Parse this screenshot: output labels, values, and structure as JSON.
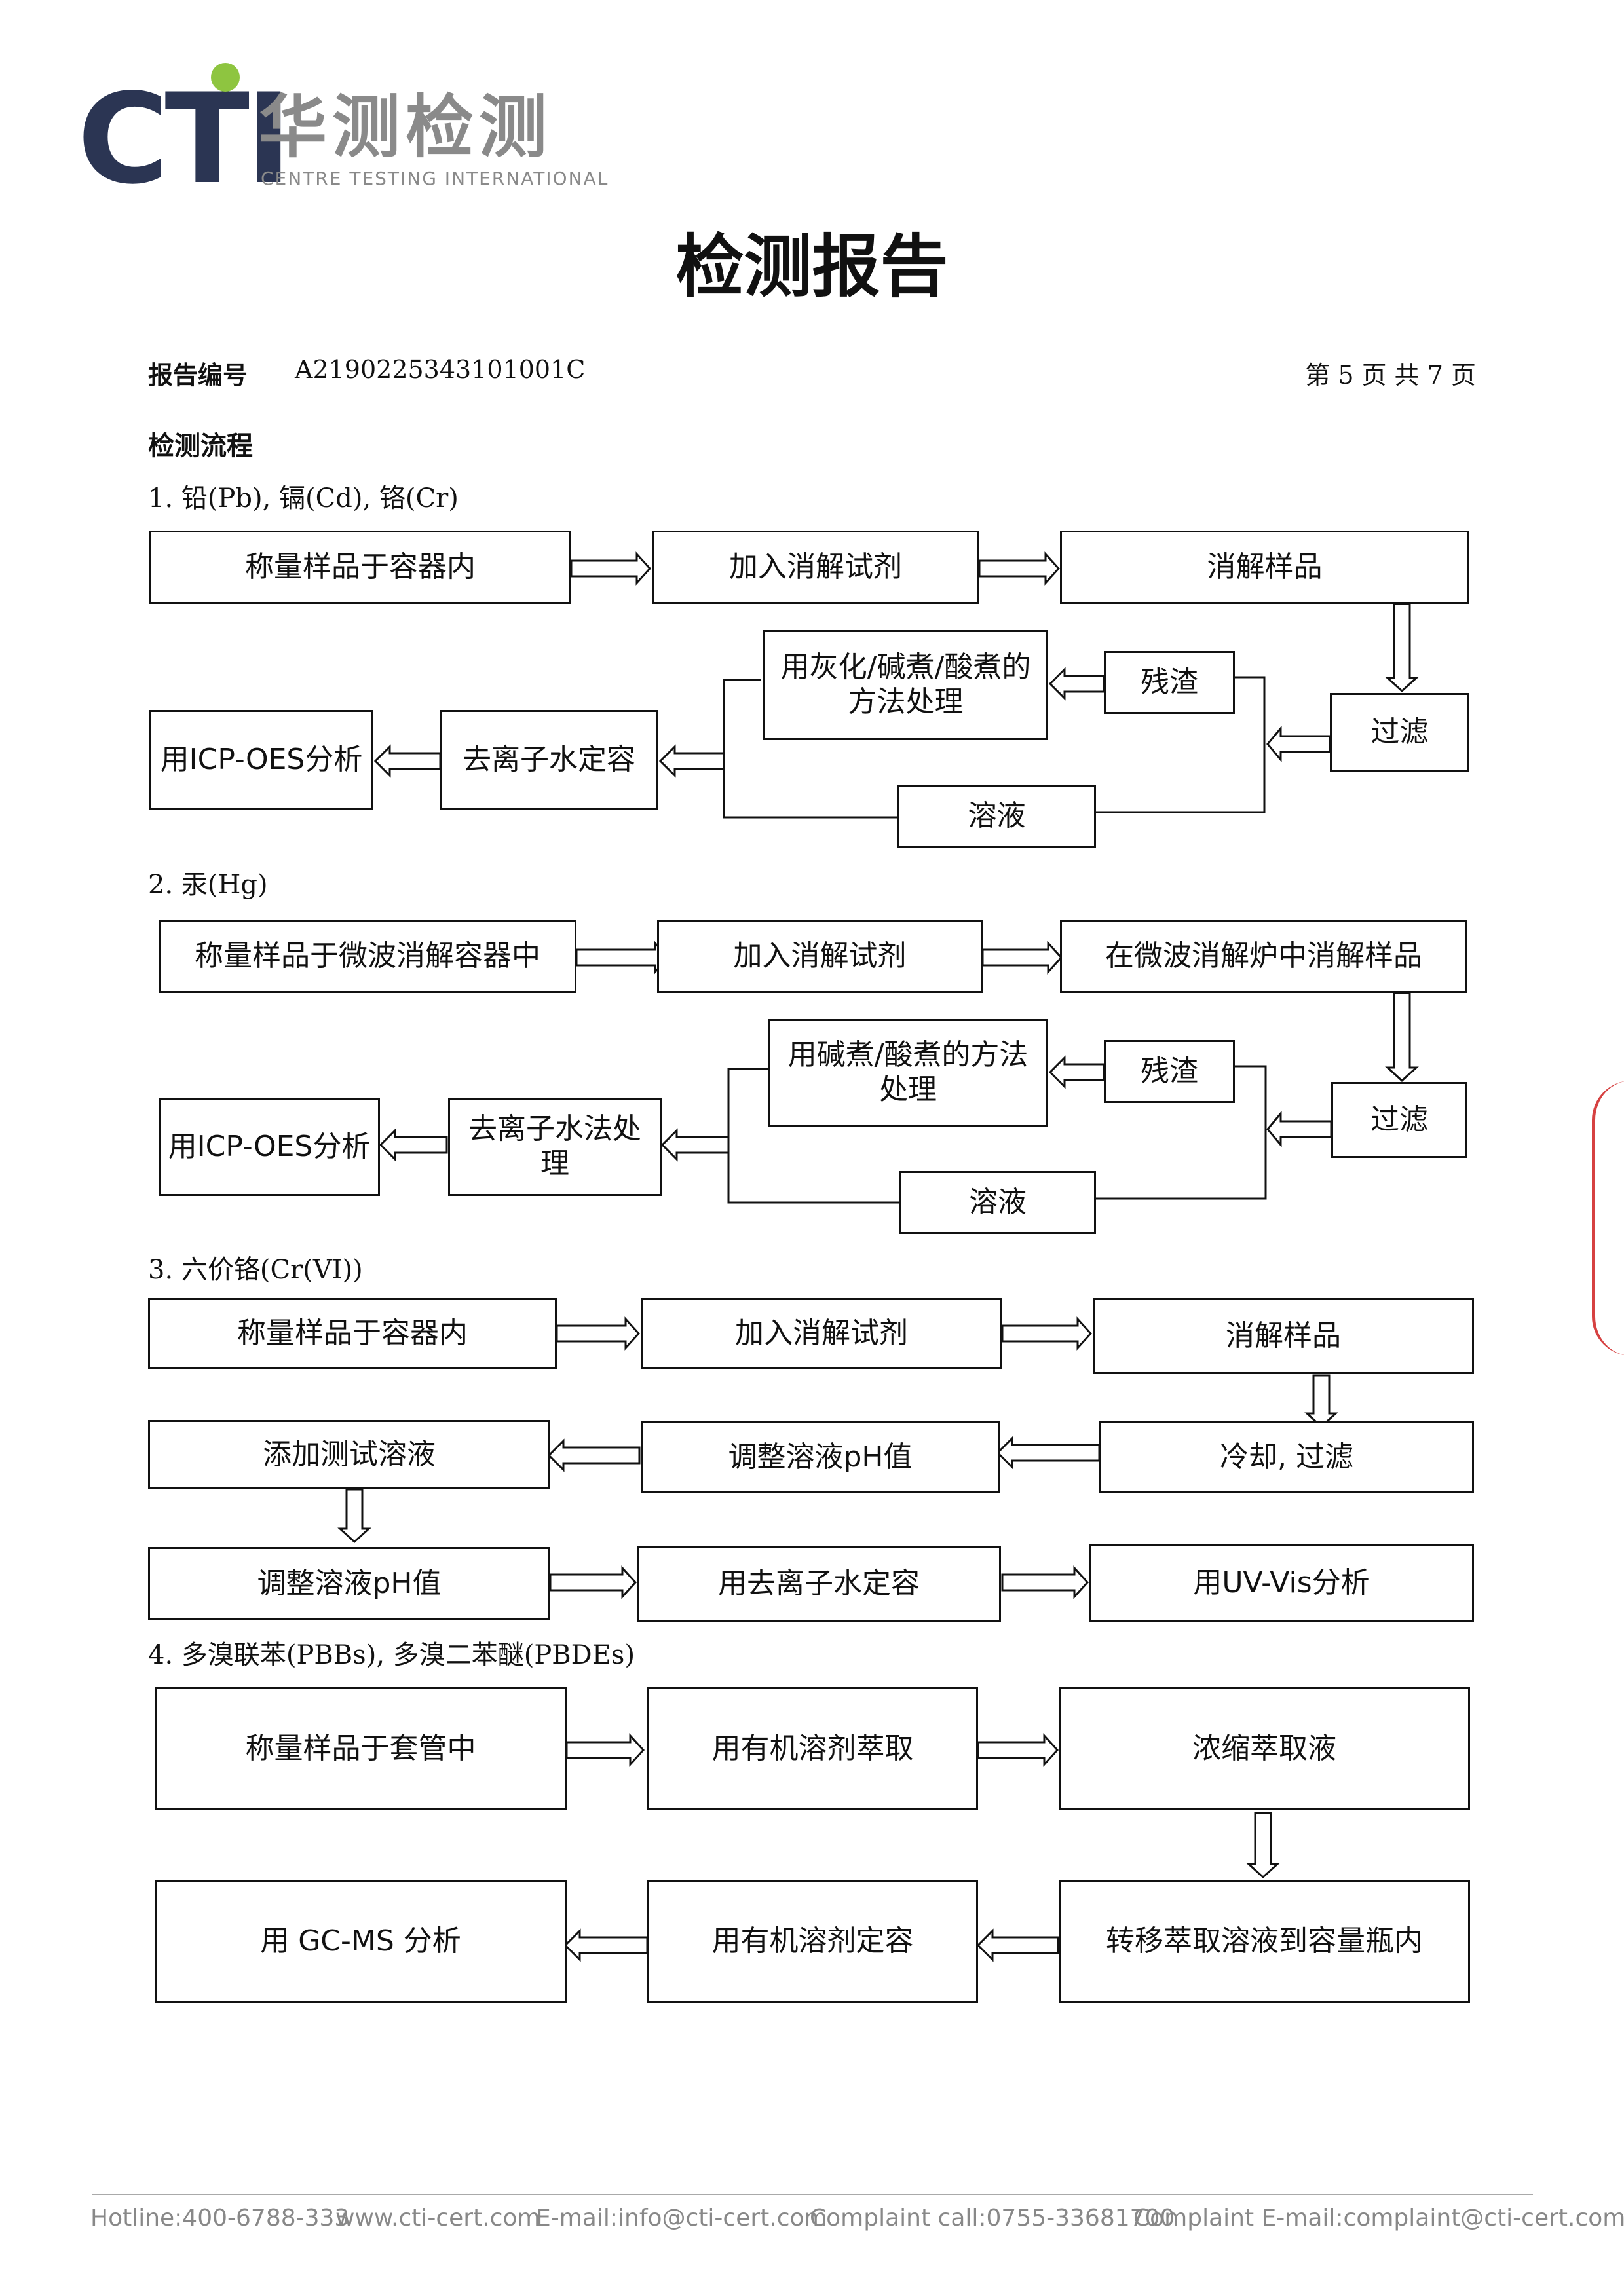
{
  "logo": {
    "brand": "CTI",
    "cn": "华测检测",
    "en": "CENTRE TESTING INTERNATIONAL"
  },
  "title": "检测报告",
  "report_no_label": "报告编号",
  "report_no": "A2190225343101001C",
  "page_info": "第 5 页   共 7 页",
  "section_title": "检测流程",
  "flows": [
    {
      "heading": "1.  铅(Pb), 镉(Cd), 铬(Cr)",
      "boxes": [
        "称量样品于容器内",
        "加入消解试剂",
        "消解样品",
        "过滤",
        "残渣",
        "用灰化/碱煮/酸煮的方法处理",
        "溶液",
        "去离子水定容",
        "用ICP-OES分析"
      ]
    },
    {
      "heading": "2.  汞(Hg)",
      "boxes": [
        "称量样品于微波消解容器中",
        "加入消解试剂",
        "在微波消解炉中消解样品",
        "过滤",
        "残渣",
        "用碱煮/酸煮的方法处理",
        "溶液",
        "去离子水法处理",
        "用ICP-OES分析"
      ]
    },
    {
      "heading": "3.  六价铬(Cr(VI))",
      "boxes": [
        "称量样品于容器内",
        "加入消解试剂",
        "消解样品",
        "冷却, 过滤",
        "调整溶液pH值",
        "添加测试溶液",
        "调整溶液pH值",
        "用去离子水定容",
        "用UV-Vis分析"
      ]
    },
    {
      "heading": "4.  多溴联苯(PBBs), 多溴二苯醚(PBDEs)",
      "boxes": [
        "称量样品于套管中",
        "用有机溶剂萃取",
        "浓缩萃取液",
        "转移萃取溶液到容量瓶内",
        "用有机溶剂定容",
        "用 GC-MS 分析"
      ]
    }
  ],
  "footer": {
    "hotline": "Hotline:400-6788-333",
    "web": "www.cti-cert.com",
    "email": "E-mail:info@cti-cert.com",
    "complaint_call": "Complaint call:0755-33681700",
    "complaint_email": "Complaint E-mail:complaint@cti-cert.com"
  }
}
